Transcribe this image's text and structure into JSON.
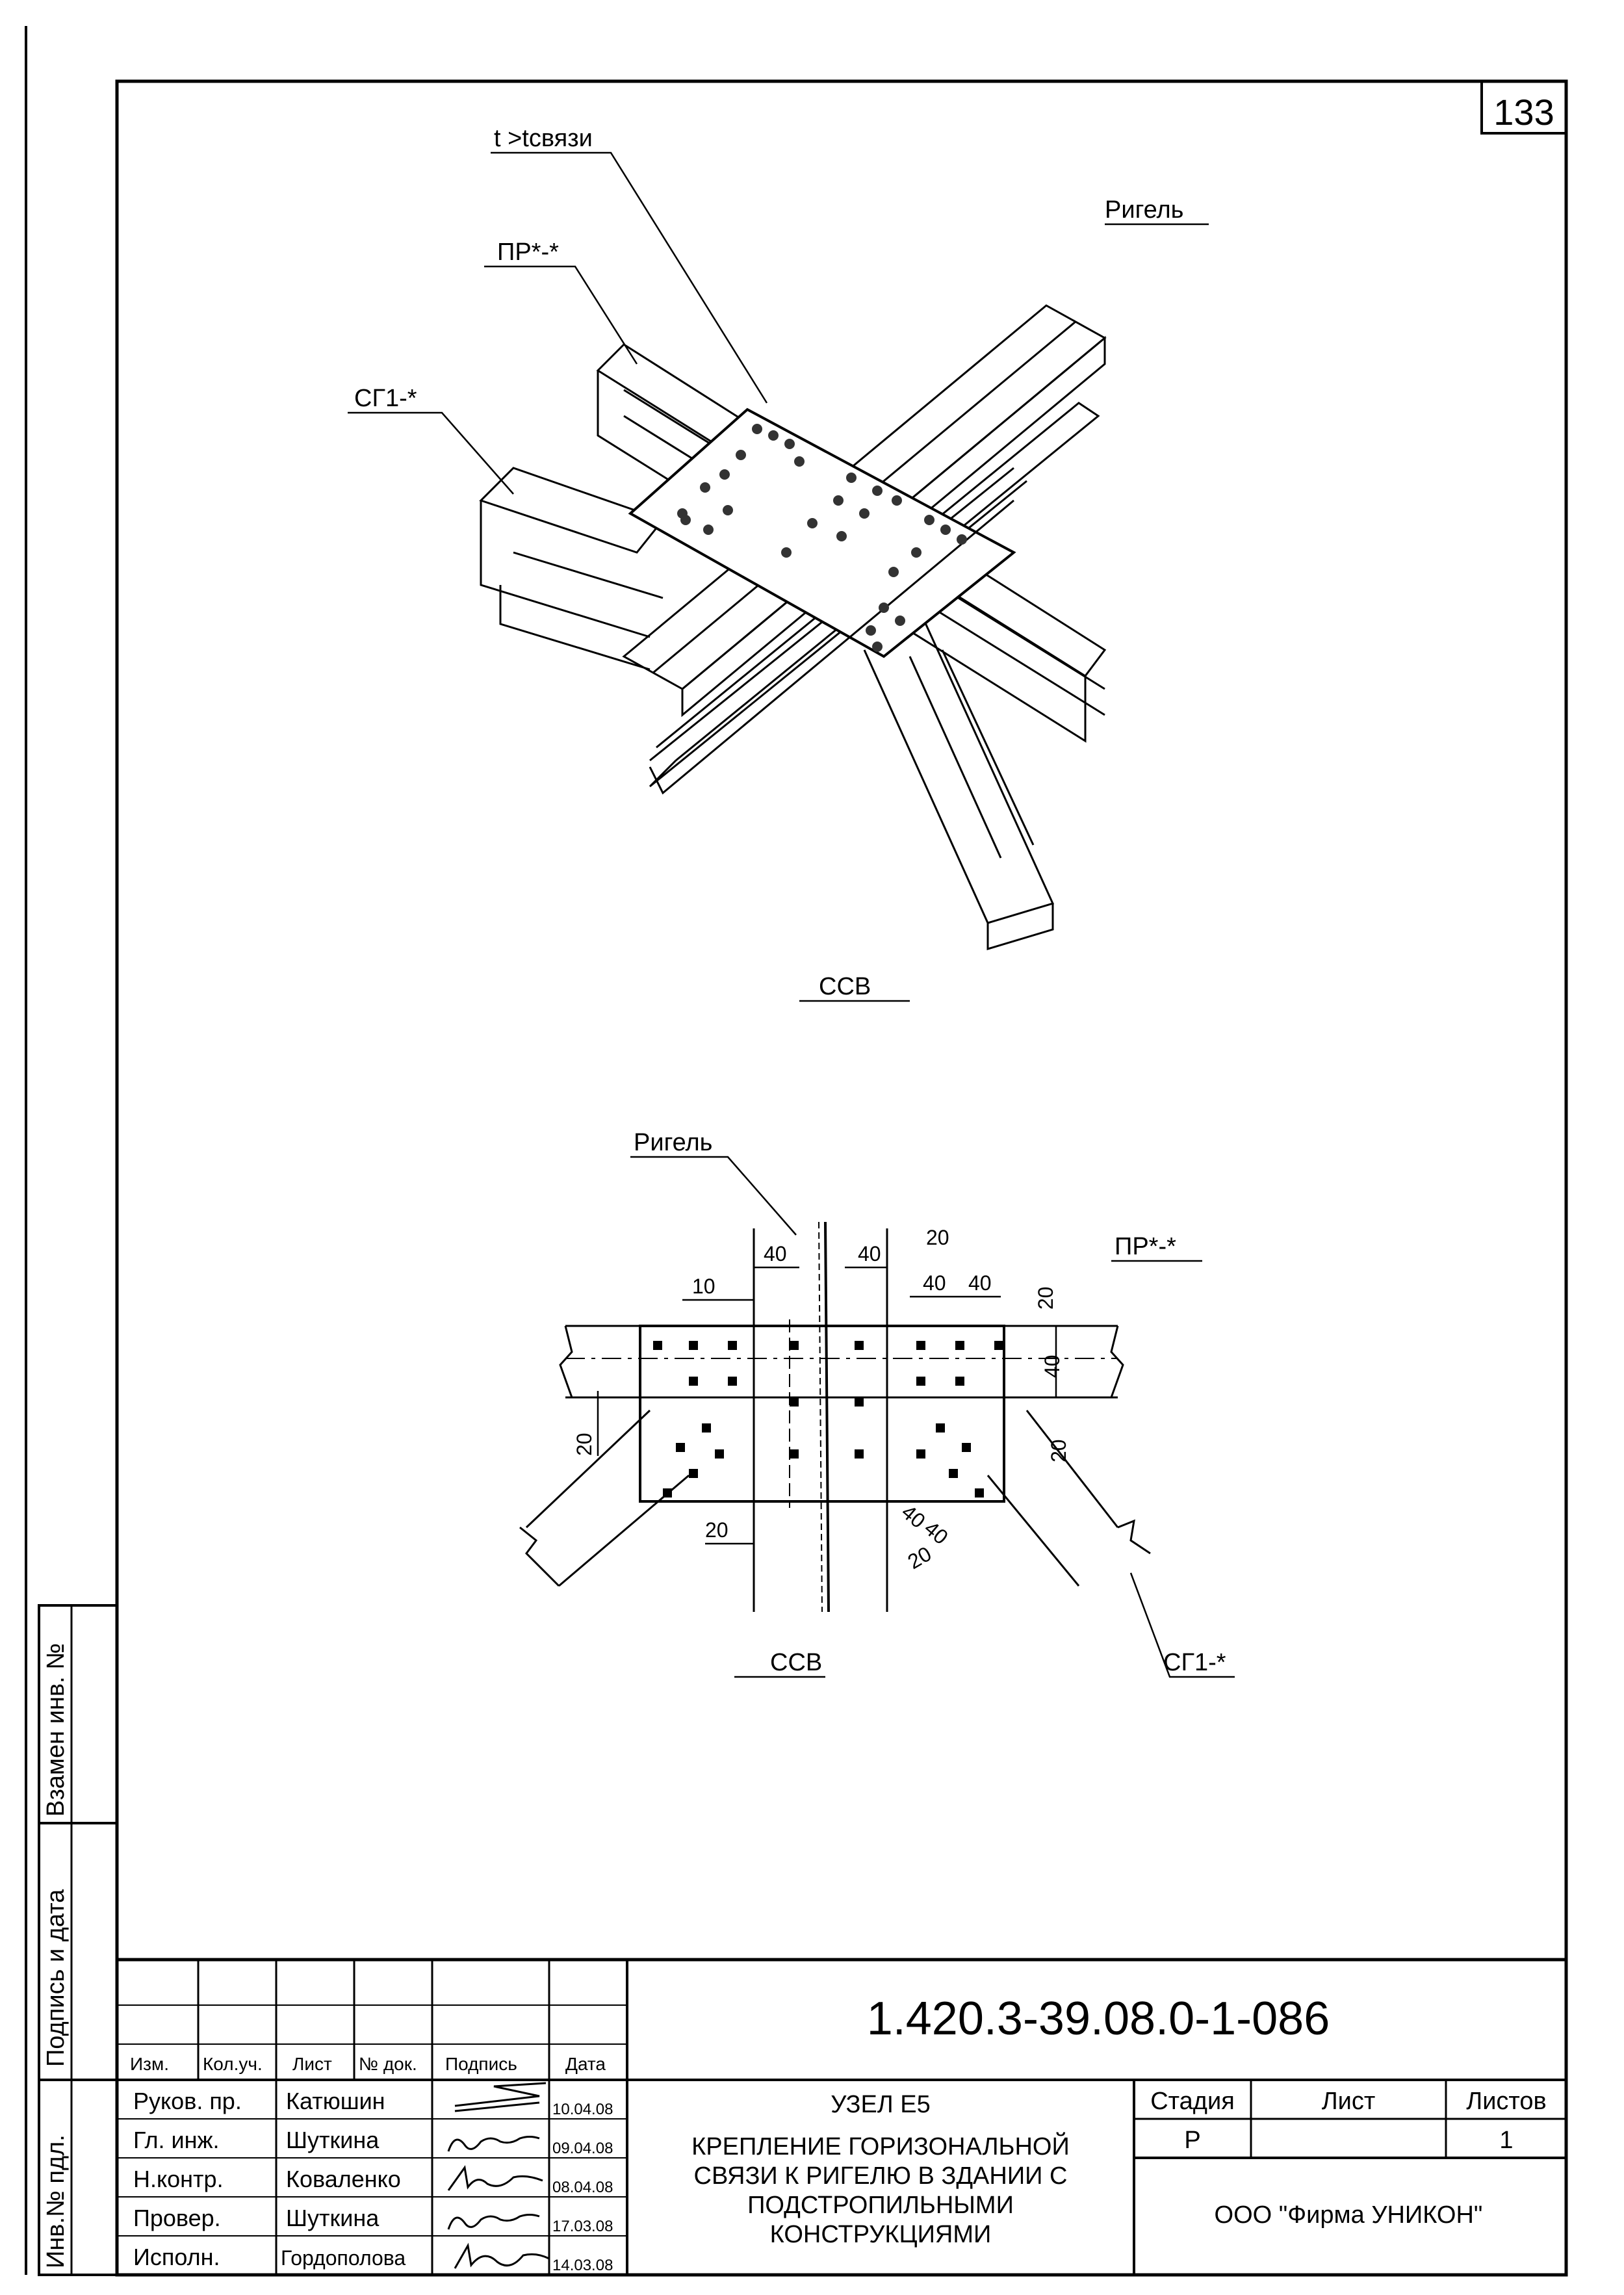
{
  "sheet": {
    "page_number": "133"
  },
  "iso_view": {
    "labels": {
      "plate_thickness": "t >tсвязи",
      "purlin": "ПР*-*",
      "beam": "Ригель",
      "bracing": "СГ1-*",
      "ssv": "ССВ"
    }
  },
  "plan_view": {
    "labels": {
      "beam": "Ригель",
      "purlin": "ПР*-*",
      "bracing": "СГ1-*",
      "ssv": "ССВ"
    },
    "dimensions": {
      "d40_left": "40",
      "d40_right": "40",
      "d20_top": "20",
      "d40_a": "40",
      "d40_b": "40",
      "d10": "10",
      "d20_right_vert": "20",
      "d40_right_vert": "40",
      "d20_left_vert": "20",
      "d20_right_lower": "20",
      "d20_bottom": "20",
      "d40_diag_a": "40",
      "d40_diag_b": "40",
      "d20_diag": "20"
    }
  },
  "side_stamp": {
    "replaced_inv": "Взамен инв. №",
    "sign_date": "Подпись и дата",
    "inv_orig": "Инв.№ пдл."
  },
  "title_block": {
    "doc_code": "1.420.3-39.08.0-1-086",
    "headers": {
      "izm": "Изм.",
      "kol": "Кол.уч.",
      "list": "Лист",
      "ndok": "№ док.",
      "podpis": "Подпись",
      "data": "Дата"
    },
    "signers": [
      {
        "role": "Руков. пр.",
        "name": "Катюшин",
        "date": "10.04.08"
      },
      {
        "role": "Гл. инж.",
        "name": "Шуткина",
        "date": "09.04.08"
      },
      {
        "role": "Н.контр.",
        "name": "Коваленко",
        "date": "08.04.08"
      },
      {
        "role": "Провер.",
        "name": "Шуткина",
        "date": "17.03.08"
      },
      {
        "role": "Исполн.",
        "name": "Гордополова",
        "date": "14.03.08"
      }
    ],
    "title_lines": [
      "УЗЕЛ Е5",
      "КРЕПЛЕНИЕ ГОРИЗОНАЛЬНОЙ",
      "СВЯЗИ К РИГЕЛЮ В ЗДАНИИ С",
      "ПОДСТРОПИЛЬНЫМИ",
      "КОНСТРУКЦИЯМИ"
    ],
    "stage_header": "Стадия",
    "sheet_header": "Лист",
    "sheets_header": "Листов",
    "stage_value": "Р",
    "sheet_value": "",
    "sheets_value": "1",
    "company": "ООО \"Фирма УНИКОН\""
  }
}
